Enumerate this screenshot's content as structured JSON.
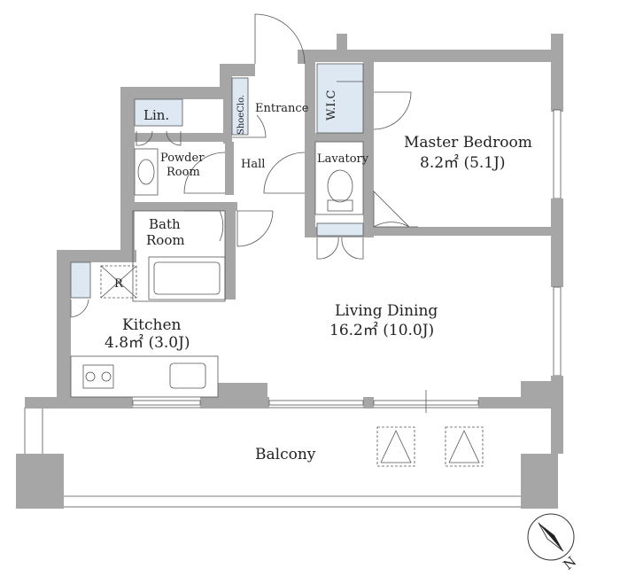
{
  "rooms": {
    "linen": "Lin.",
    "powder_room_1": "Powder",
    "powder_room_2": "Room",
    "shoe_closet": "ShoeClo.",
    "entrance": "Entrance",
    "hall": "Hall",
    "wic": "W.I.C",
    "lavatory": "Lavatory",
    "master_bedroom": "Master Bedroom",
    "master_bedroom_area": "8.2㎡ (5.1J)",
    "bath_room_1": "Bath",
    "bath_room_2": "Room",
    "refrigerator": "R",
    "kitchen": "Kitchen",
    "kitchen_area": "4.8㎡ (3.0J)",
    "living_dining": "Living Dining",
    "living_dining_area": "16.2㎡ (10.0J)",
    "balcony": "Balcony"
  },
  "compass": {
    "label": "N",
    "icon": "north-arrow-icon"
  },
  "colors": {
    "wall": "#a6a6a6",
    "closet": "#dde8f2"
  }
}
